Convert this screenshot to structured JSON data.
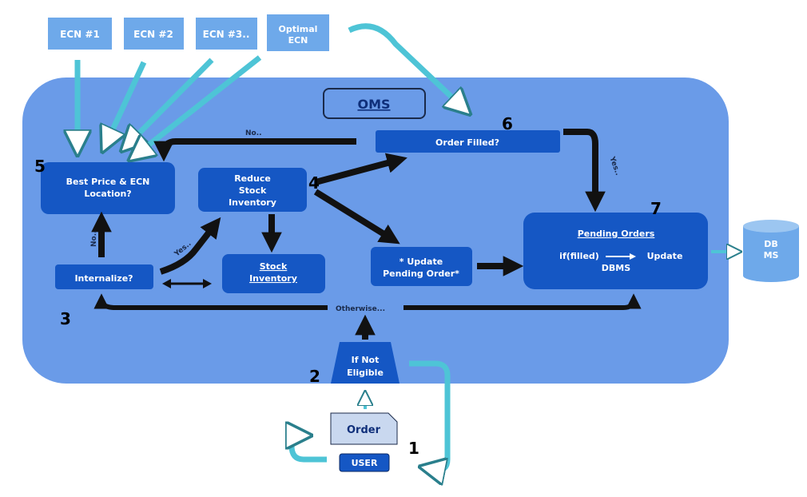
{
  "oms_title": "OMS",
  "ecn": [
    "ECN #1",
    "ECN #2",
    "ECN #3..",
    "Optimal",
    "ECN"
  ],
  "nodes": {
    "order_filled": "Order Filled?",
    "best_price": [
      "Best Price & ECN",
      "Location?"
    ],
    "reduce_stock": [
      "Reduce",
      "Stock",
      "Inventory"
    ],
    "stock_inventory": [
      "Stock",
      "Inventory"
    ],
    "internalize": "Internalize?",
    "update_pending": [
      "* Update",
      "Pending Order*"
    ],
    "pending_orders": [
      "Pending Orders",
      "if(filled)",
      "Update",
      "DBMS"
    ],
    "if_not_eligible": [
      "If Not",
      "Eligible"
    ],
    "order": "Order",
    "user": "USER",
    "db": [
      "DB",
      "MS"
    ]
  },
  "edge_labels": {
    "no_top": "No..",
    "yes_right": "Yes..",
    "no_left": "No..",
    "yes_mid": "Yes..",
    "otherwise": "Otherwise..."
  },
  "steps": [
    "1",
    "2",
    "3",
    "4",
    "5",
    "6",
    "7"
  ],
  "colors": {
    "background": "#ffffff",
    "oms_panel": "#6a9be8",
    "node_blue": "#1557c4",
    "light_blue": "#6ea9ea",
    "cyan_arrow": "#4ec4d6",
    "order_fill": "#c9d8ef",
    "black_arrow": "#111111"
  }
}
